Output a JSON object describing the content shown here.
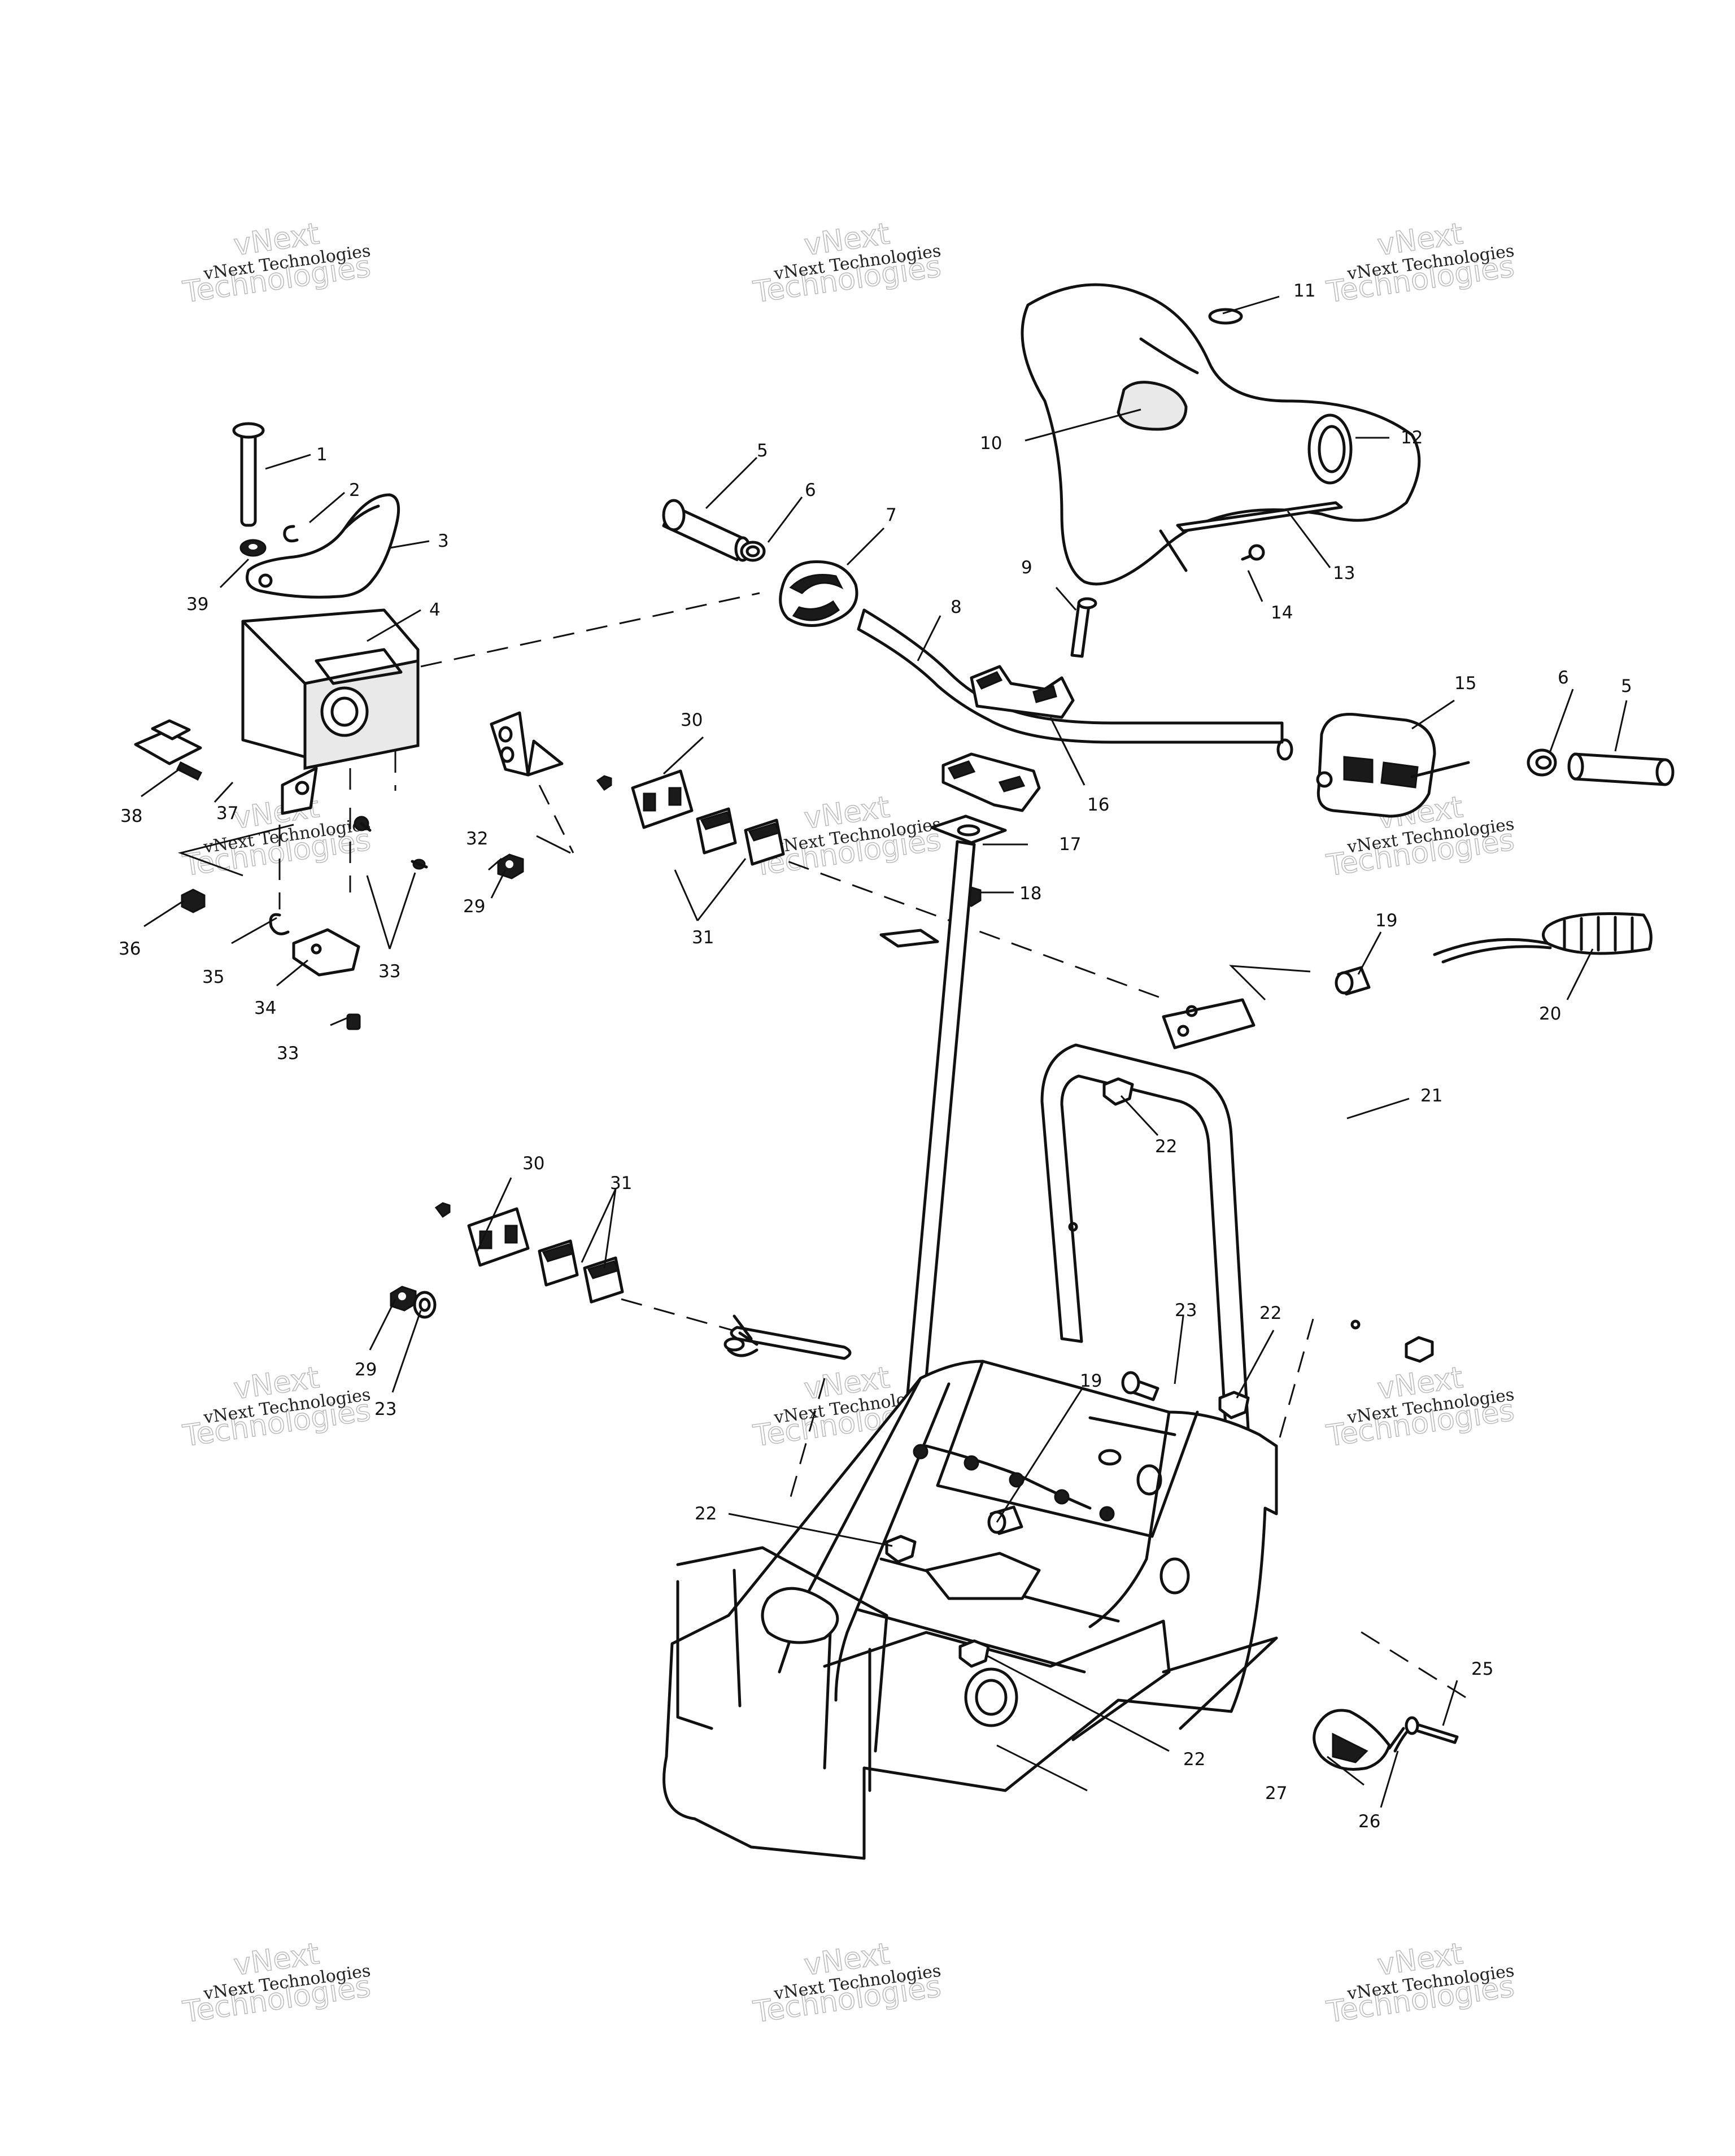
{
  "watermark": {
    "line1": "vNext Technologies",
    "line2a": "vNext",
    "line2b": "Technologies"
  },
  "callouts": {
    "c1": "1",
    "c2": "2",
    "c3": "3",
    "c4": "4",
    "c5a": "5",
    "c5b": "5",
    "c6a": "6",
    "c6b": "6",
    "c7": "7",
    "c8": "8",
    "c9": "9",
    "c10": "10",
    "c11": "11",
    "c12": "12",
    "c13": "13",
    "c14": "14",
    "c15": "15",
    "c16": "16",
    "c17": "17",
    "c18": "18",
    "c19a": "19",
    "c19b": "19",
    "c20": "20",
    "c21": "21",
    "c22a": "22",
    "c22b": "22",
    "c22c": "22",
    "c22d": "22",
    "c23a": "23",
    "c23b": "23",
    "c25": "25",
    "c26": "26",
    "c27": "27",
    "c29a": "29",
    "c29b": "29",
    "c30a": "30",
    "c30b": "30",
    "c31a": "31",
    "c31b": "31",
    "c32": "32",
    "c33a": "33",
    "c33b": "33",
    "c34": "34",
    "c35": "35",
    "c36": "36",
    "c37": "37",
    "c38": "38",
    "c39": "39"
  }
}
